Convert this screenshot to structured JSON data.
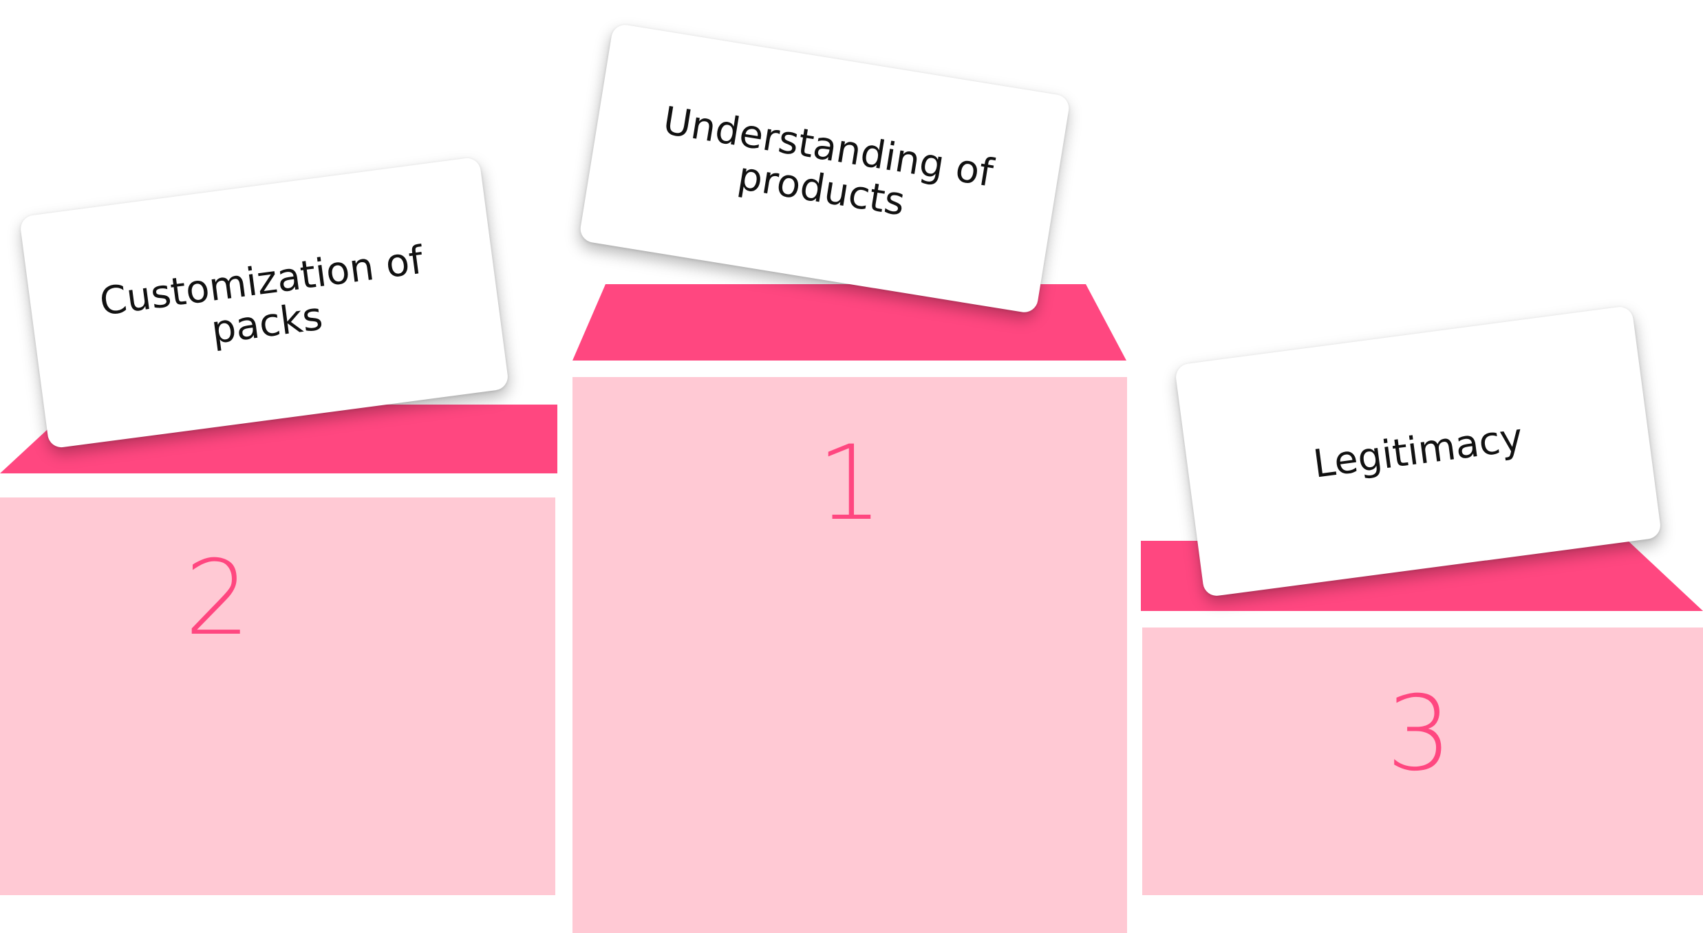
{
  "colors": {
    "block": "#ffc9d4",
    "top": "#ff4780",
    "rank_text": "#ff4780",
    "card": "#ffffff"
  },
  "podium": {
    "first": {
      "rank": "1",
      "label": "Understanding of products"
    },
    "second": {
      "rank": "2",
      "label": "Customization of packs"
    },
    "third": {
      "rank": "3",
      "label": "Legitimacy"
    }
  }
}
